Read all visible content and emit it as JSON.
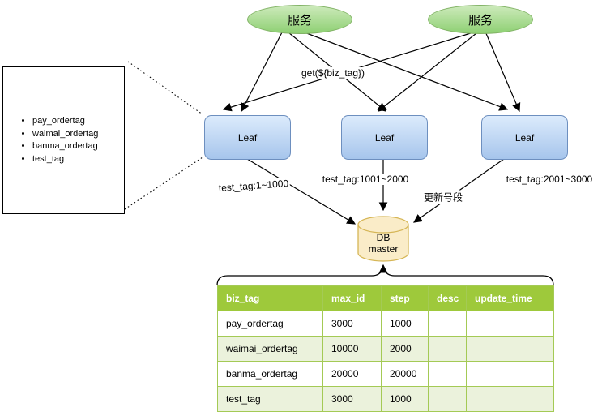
{
  "diagram": {
    "services": [
      {
        "label": "服务"
      },
      {
        "label": "服务"
      }
    ],
    "leaves": [
      {
        "label": "Leaf"
      },
      {
        "label": "Leaf"
      },
      {
        "label": "Leaf"
      }
    ],
    "db": {
      "line1": "DB",
      "line2": "master"
    },
    "edge_labels": {
      "get": "get(${biz_tag})",
      "seg1": "test_tag:1~1000",
      "seg2": "test_tag:1001~2000",
      "seg3": "test_tag:2001~3000",
      "update": "更新号段"
    },
    "tag_list": {
      "items": [
        "pay_ordertag",
        "waimai_ordertag",
        "banma_ordertag",
        "test_tag"
      ]
    },
    "table": {
      "columns": [
        "biz_tag",
        "max_id",
        "step",
        "desc",
        "update_time"
      ],
      "rows": [
        [
          "pay_ordertag",
          "3000",
          "1000",
          "",
          ""
        ],
        [
          "waimai_ordertag",
          "10000",
          "2000",
          "",
          ""
        ],
        [
          "banma_ordertag",
          "20000",
          "20000",
          "",
          ""
        ],
        [
          "test_tag",
          "3000",
          "1000",
          "",
          ""
        ]
      ]
    },
    "colors": {
      "service_fill": "#8ed073",
      "service_border": "#82b366",
      "leaf_fill": "#a6c5ec",
      "leaf_border": "#6d8fbf",
      "db_fill": "#faecc8",
      "db_border": "#d6b656",
      "table_header": "#9ec93b",
      "table_row_alt": "#ebf2dc"
    }
  }
}
